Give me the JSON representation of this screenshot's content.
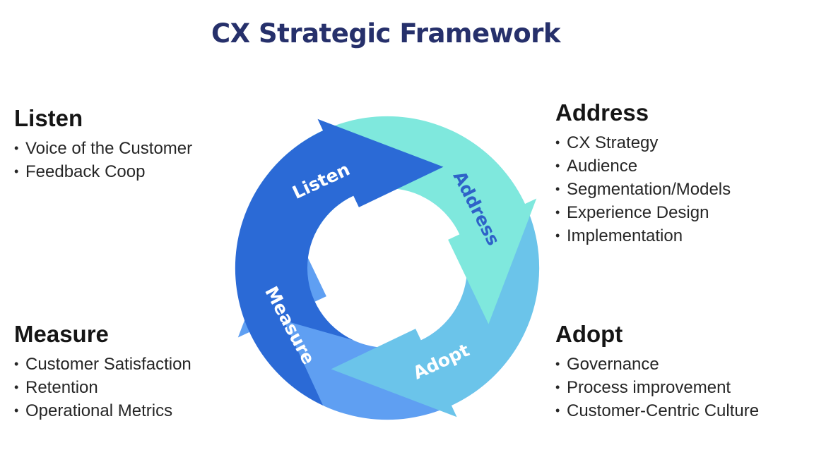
{
  "title": "CX Strategic Framework",
  "colors": {
    "title": "#26306b",
    "listen": "#2b6ad6",
    "address": "#7fe8dd",
    "adopt": "#6bc4ea",
    "measure": "#5f9ff2"
  },
  "cycle": {
    "listen": "Listen",
    "address": "Address",
    "adopt": "Adopt",
    "measure": "Measure"
  },
  "sections": {
    "listen": {
      "heading": "Listen",
      "items": [
        "Voice of the Customer",
        "Feedback Coop"
      ]
    },
    "address": {
      "heading": "Address",
      "items": [
        "CX Strategy",
        "Audience",
        "Segmentation/Models",
        "Experience Design",
        "Implementation"
      ]
    },
    "measure": {
      "heading": "Measure",
      "items": [
        "Customer Satisfaction",
        "Retention",
        "Operational Metrics"
      ]
    },
    "adopt": {
      "heading": "Adopt",
      "items": [
        "Governance",
        "Process improvement",
        "Customer-Centric Culture"
      ]
    }
  }
}
